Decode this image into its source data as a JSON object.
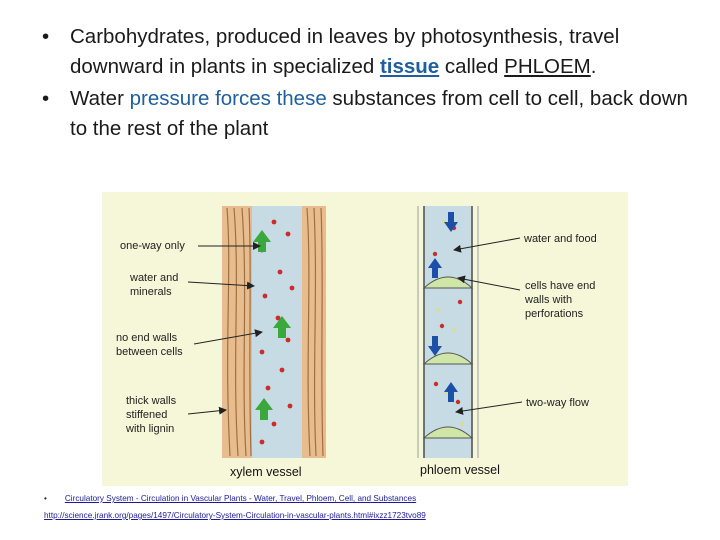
{
  "slide": {
    "bullet_glyph": "•",
    "bullet1": {
      "part1": "Carbohydrates, produced in leaves by photosynthesis, travel downward in plants in specialized ",
      "tissue": "tissue",
      "part2": " called ",
      "phloem": "PHLOEM",
      "part3": "."
    },
    "bullet2": {
      "part1": "Water ",
      "highlight": "pressure forces these",
      "part2": " substances from cell to cell, back down to the rest of the plant"
    }
  },
  "figure": {
    "labels_left": {
      "one_way": "one-way only",
      "water_minerals_1": "water and",
      "water_minerals_2": "minerals",
      "no_end_walls_1": "no end walls",
      "no_end_walls_2": "between cells",
      "thick_walls_1": "thick walls",
      "thick_walls_2": "stiffened",
      "thick_walls_3": "with lignin"
    },
    "labels_right": {
      "water_food": "water and food",
      "end_walls_1": "cells have end",
      "end_walls_2": "walls with",
      "end_walls_3": "perforations",
      "two_way": "two-way flow"
    },
    "caption_xylem": "xylem vessel",
    "caption_phloem": "phloem vessel",
    "colors": {
      "background": "#f6f6d8",
      "vessel_fill": "#c6dbe3",
      "wall": "#e7bd8f",
      "green_arrow": "#3aa83a",
      "blue_arrow": "#1d4fa8",
      "dot": "#cf2a2a"
    }
  },
  "footer": {
    "bullet_glyph": "•",
    "link_text": "Circulatory System - Circulation in Vascular Plants - Water, Travel, Phloem, Cell, and Substances",
    "url": "http://science.jrank.org/pages/1497/Circulatory-System-Circulation-in-vascular-plants.html#ixzz1723tvo89"
  }
}
